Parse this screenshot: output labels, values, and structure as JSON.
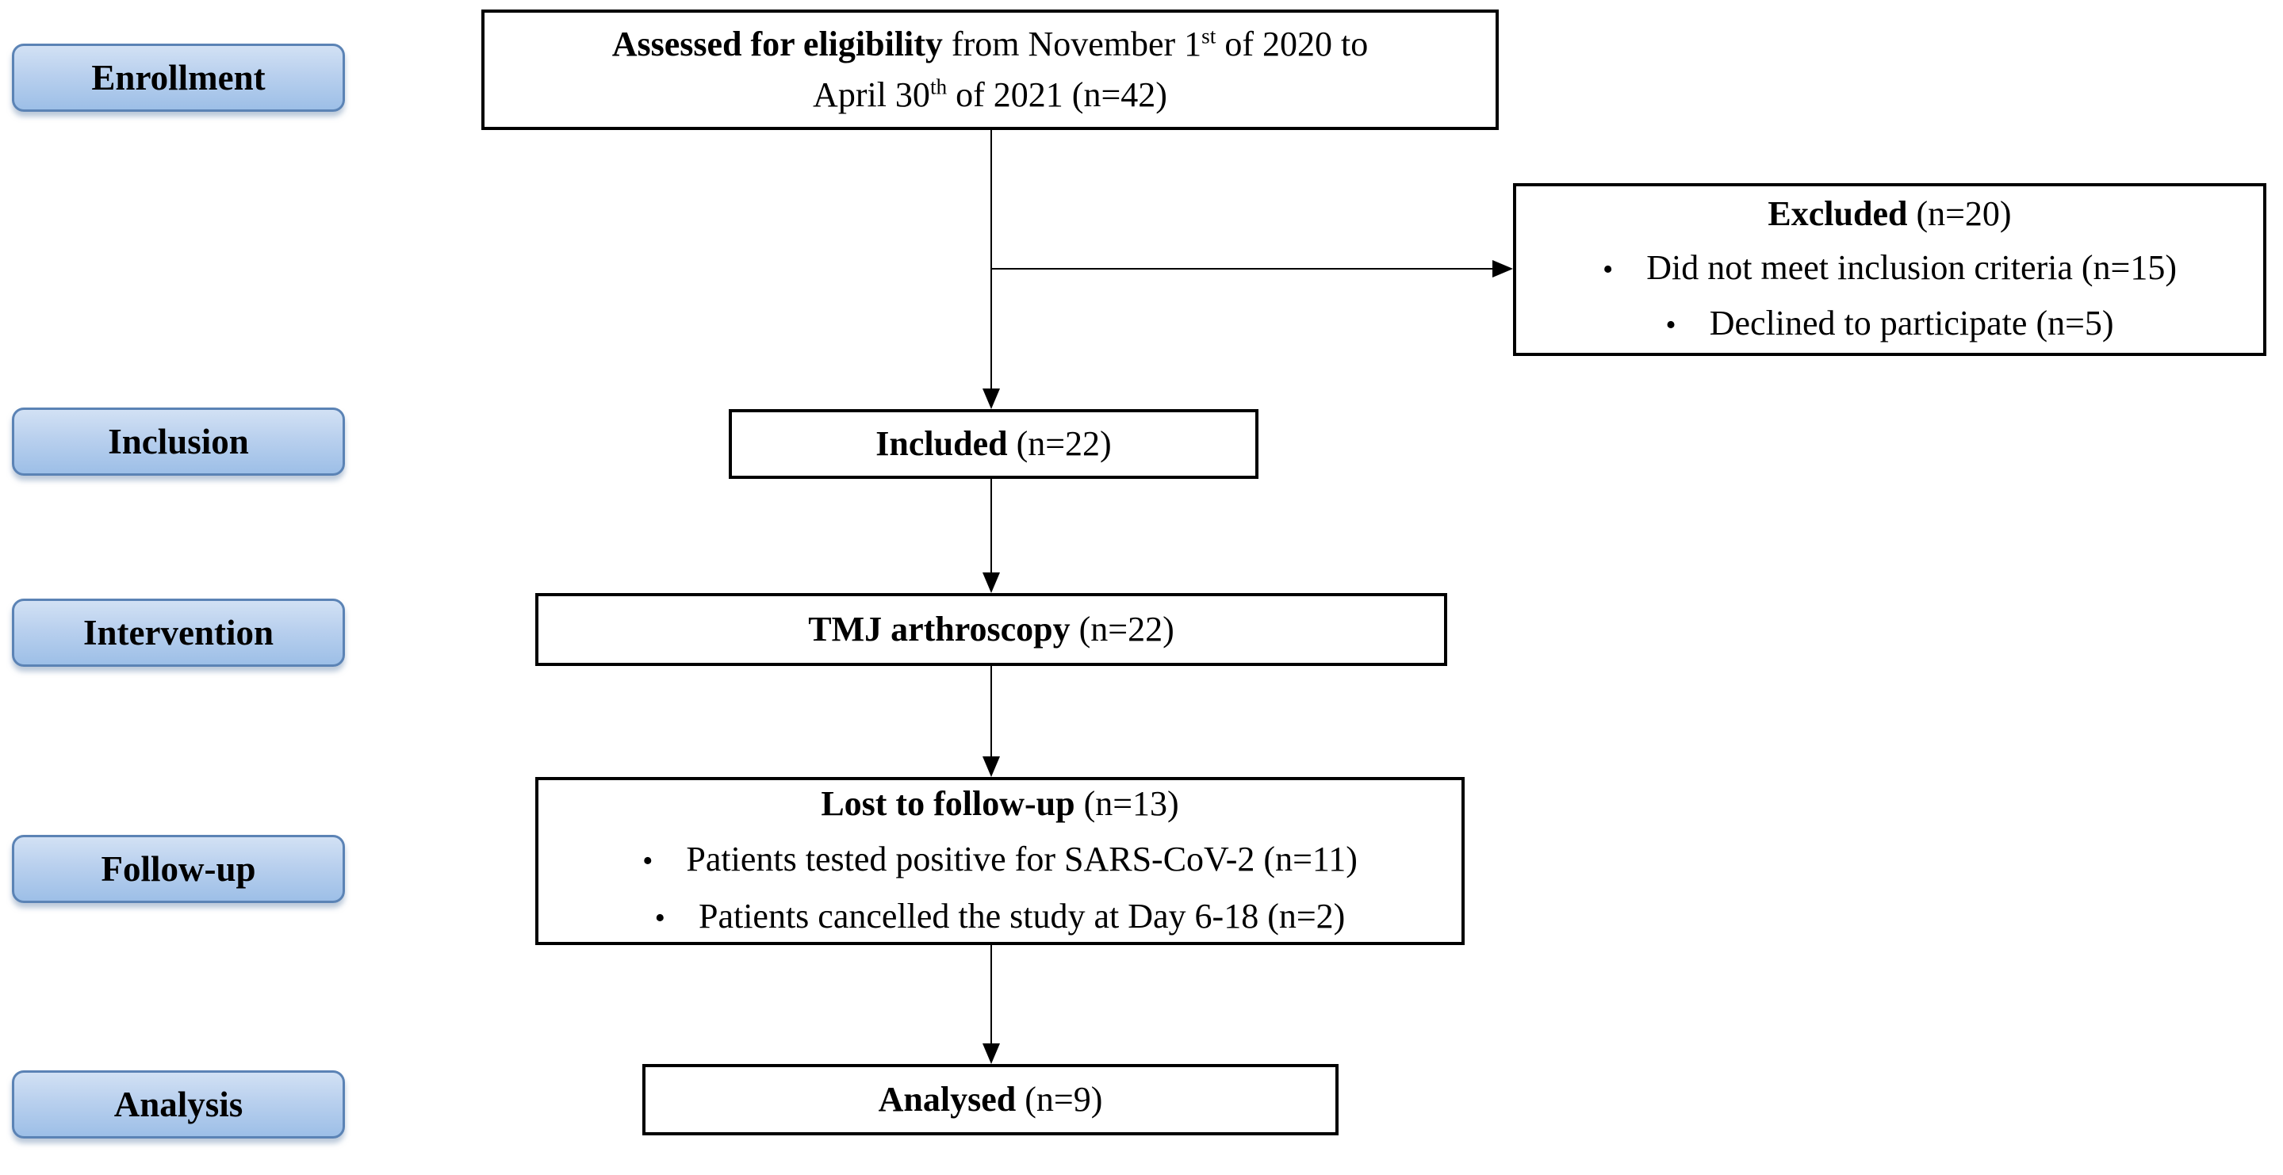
{
  "colors": {
    "stage_fill_top": "#d2e1f4",
    "stage_fill_bottom": "#9dbfe7",
    "stage_border": "#5b83b5",
    "box_border": "#000000",
    "line_color": "#000000",
    "text_color": "#000000",
    "background": "#ffffff"
  },
  "stages": [
    {
      "label": "Enrollment"
    },
    {
      "label": "Inclusion"
    },
    {
      "label": "Intervention"
    },
    {
      "label": "Follow-up"
    },
    {
      "label": "Analysis"
    }
  ],
  "boxes": {
    "assessed": {
      "title_bold": "Assessed for eligibility",
      "line1_rest": " from November 1",
      "line1_sup": "st",
      "line1_tail": " of 2020 to",
      "line2_lead": "April 30",
      "line2_sup": "th",
      "line2_tail": " of 2021 (n=42)"
    },
    "excluded": {
      "title_bold": "Excluded",
      "title_rest": " (n=20)",
      "bullet_glyph": "•",
      "bullets": [
        "Did not meet inclusion criteria (n=15)",
        "Declined to participate (n=5)"
      ]
    },
    "included": {
      "title_bold": "Included",
      "title_rest": " (n=22)"
    },
    "tmj": {
      "title_bold": "TMJ arthroscopy",
      "title_rest": " (n=22)"
    },
    "lost": {
      "title_bold": "Lost to follow-up",
      "title_rest": " (n=13)",
      "bullet_glyph": "•",
      "bullets": [
        "Patients tested positive for SARS-CoV-2 (n=11)",
        "Patients cancelled the study at Day 6-18 (n=2)"
      ]
    },
    "analysed": {
      "title_bold": "Analysed",
      "title_rest": " (n=9)"
    }
  }
}
